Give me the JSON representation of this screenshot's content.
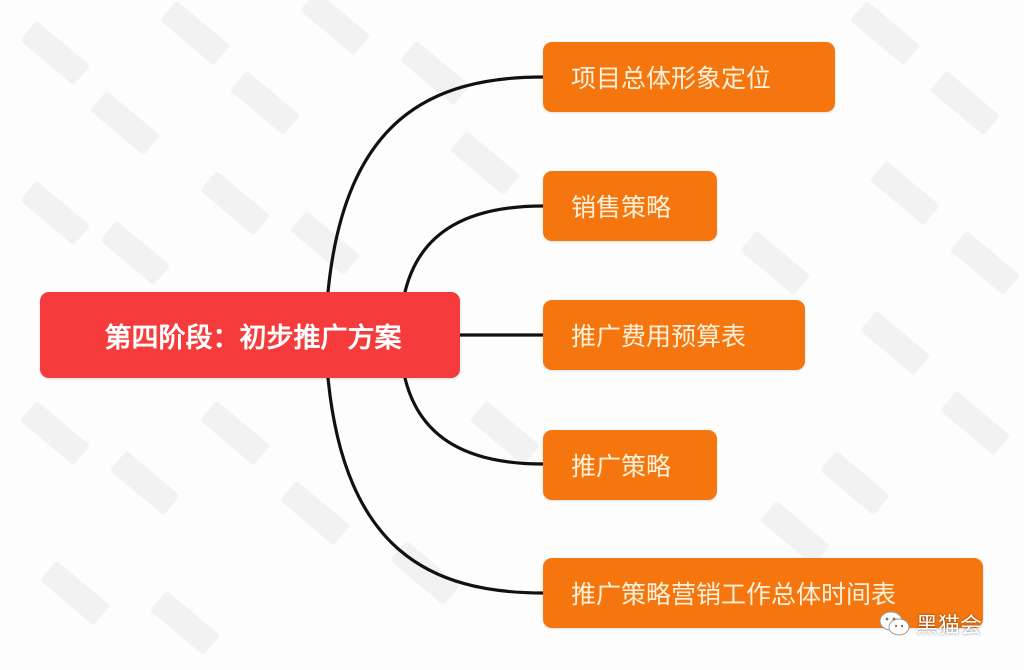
{
  "mindmap": {
    "root": {
      "label": "第四阶段：初步推广方案",
      "color": "#f53b3b"
    },
    "children": [
      {
        "label": "项目总体形象定位",
        "color": "#f5760e"
      },
      {
        "label": "销售策略",
        "color": "#f5760e"
      },
      {
        "label": "推广费用预算表",
        "color": "#f5760e"
      },
      {
        "label": "推广策略",
        "color": "#f5760e"
      },
      {
        "label": "推广策略营销工作总体时间表",
        "color": "#f5760e"
      }
    ],
    "connector_color": "#111111"
  },
  "watermark": {
    "brand_icon": "wechat-icon",
    "brand_text": "黑猫会"
  }
}
